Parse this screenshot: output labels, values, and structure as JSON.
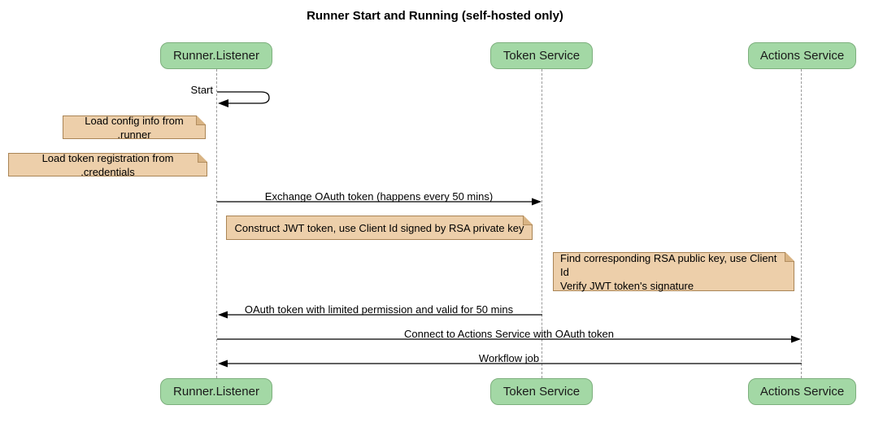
{
  "title": "Runner Start and Running (self-hosted only)",
  "participants": [
    {
      "name": "Runner.Listener"
    },
    {
      "name": "Token Service"
    },
    {
      "name": "Actions Service"
    }
  ],
  "messages": [
    {
      "label": "Start",
      "from": "Runner.Listener",
      "to": "Runner.Listener",
      "kind": "self"
    },
    {
      "label": "Exchange OAuth token (happens every 50 mins)",
      "from": "Runner.Listener",
      "to": "Token Service",
      "kind": "solid-right"
    },
    {
      "label": "OAuth token with limited permission and valid for 50 mins",
      "from": "Token Service",
      "to": "Runner.Listener",
      "kind": "solid-left"
    },
    {
      "label": "Connect to Actions Service with OAuth token",
      "from": "Runner.Listener",
      "to": "Actions Service",
      "kind": "solid-right"
    },
    {
      "label": "Workflow job",
      "from": "Actions Service",
      "to": "Runner.Listener",
      "kind": "solid-left"
    }
  ],
  "notes": [
    {
      "text": "Load config info from .runner",
      "anchor": "Runner.Listener"
    },
    {
      "text": "Load token registration from .credentials",
      "anchor": "Runner.Listener"
    },
    {
      "text": "Construct JWT token, use Client Id signed by RSA private key",
      "anchor": "Token Service"
    },
    {
      "text": "Find corresponding RSA public key, use Client Id\nVerify JWT token's signature",
      "anchor": "Actions Service"
    }
  ],
  "colors": {
    "actor_fill": "#A3D8A5",
    "actor_border": "#7DAF7D",
    "note_fill": "#EDCFAA",
    "note_border": "#AA8556",
    "lifeline": "#999999",
    "arrow": "#000000",
    "background": "#FFFFFF"
  }
}
